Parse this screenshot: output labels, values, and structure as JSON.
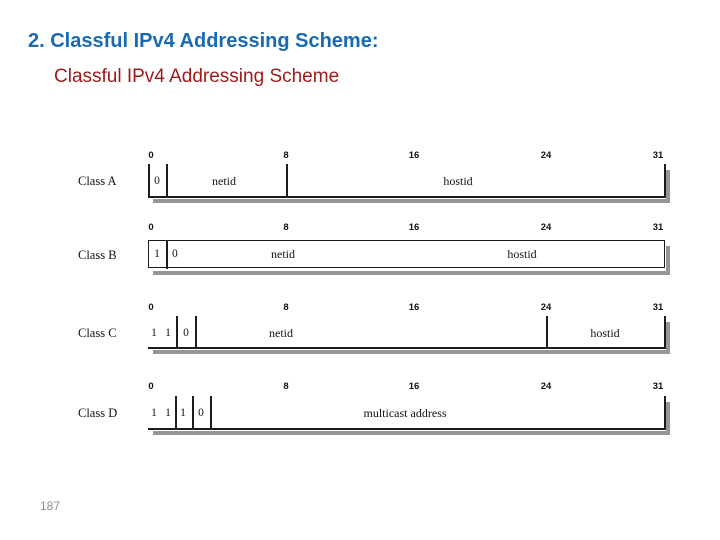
{
  "slide": {
    "title": "2. Classful IPv4 Addressing Scheme:",
    "subtitle": "Classful IPv4 Addressing Scheme",
    "page_number": "187"
  },
  "colors": {
    "title_blue": "#1a6ab0",
    "subtitle_red": "#9e1a1a",
    "diagram_line": "#1c1c1c",
    "shadow_gray": "#969696",
    "page_number_gray": "#8f8f8f"
  },
  "diagram": {
    "tick_labels": [
      "0",
      "8",
      "16",
      "24",
      "31"
    ],
    "rows": [
      {
        "label": "Class A",
        "bits": [
          "0"
        ],
        "fields": {
          "netid": "netid",
          "hostid": "hostid"
        }
      },
      {
        "label": "Class B",
        "bits": [
          "1",
          "0"
        ],
        "fields": {
          "netid": "netid",
          "hostid": "hostid"
        }
      },
      {
        "label": "Class C",
        "bits": [
          "1",
          "1",
          "0"
        ],
        "fields": {
          "netid": "netid",
          "hostid": "hostid"
        }
      },
      {
        "label": "Class D",
        "bits": [
          "1",
          "1",
          "1",
          "0"
        ],
        "fields": {
          "multicast": "multicast address"
        }
      }
    ]
  }
}
